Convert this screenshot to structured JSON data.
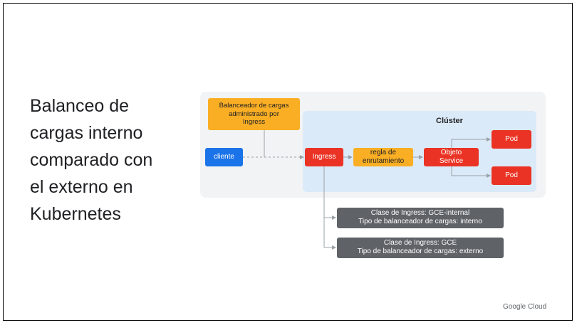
{
  "title_lines": [
    "Balanceo de",
    "cargas interno",
    "comparado con",
    "el externo en",
    "Kubernetes"
  ],
  "diagram": {
    "load_balancer_lines": [
      "Balanceador de cargas",
      "administrado por",
      "Ingress"
    ],
    "cluster_label": "Clúster",
    "client_label": "cliente",
    "ingress_label": "Ingress",
    "routing_rule_lines": [
      "regla de",
      "enrutamiento"
    ],
    "service_lines": [
      "Objeto",
      "Service"
    ],
    "pod_labels": [
      "Pod",
      "Pod"
    ],
    "internal_note": [
      "Clase de Ingress: GCE-internal",
      "Tipo de balanceador de cargas: interno"
    ],
    "external_note": [
      "Clase de Ingress: GCE",
      "Tipo de balanceador de cargas: externo"
    ]
  },
  "footer": "Google Cloud",
  "colors": {
    "blue": "#1a73e8",
    "red": "#ea3324",
    "yellow": "#f9ae24",
    "gray_note": "#5f6368",
    "cluster_bg": "#dbeaf8",
    "panel_bg": "#f1f3f4"
  }
}
